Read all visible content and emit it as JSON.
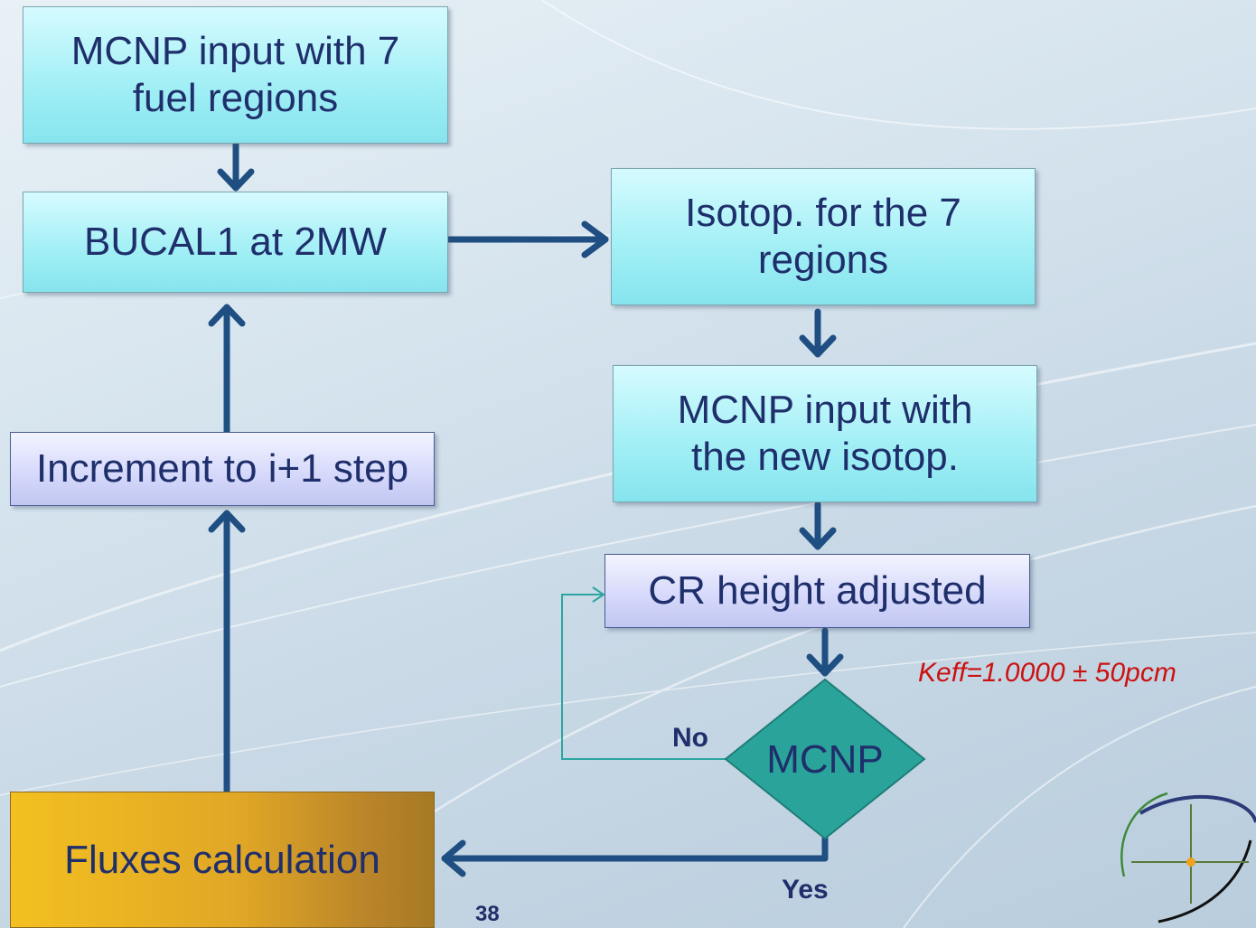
{
  "nodes": {
    "mcnp_input": "MCNP input with 7 fuel regions",
    "bucal": "BUCAL1 at 2MW",
    "isotop": "Isotop. for the 7 regions",
    "mcnp_new": "MCNP input with the new isotop.",
    "cr_height": "CR height adjusted",
    "increment": "Increment to i+1 step",
    "decision": "MCNP",
    "fluxes": "Fluxes calculation"
  },
  "labels": {
    "no": "No",
    "yes": "Yes",
    "keff": "Keff=1.0000 ± 50pcm"
  },
  "page_number": "38",
  "colors": {
    "arrow": "#1f4f82",
    "feedback_line": "#2aa6a0",
    "decision_fill": "#2aa49a",
    "text": "#1f2f6b",
    "keff_text": "#cc1111"
  },
  "icons": [
    "arrow-icon",
    "logo-icon"
  ]
}
